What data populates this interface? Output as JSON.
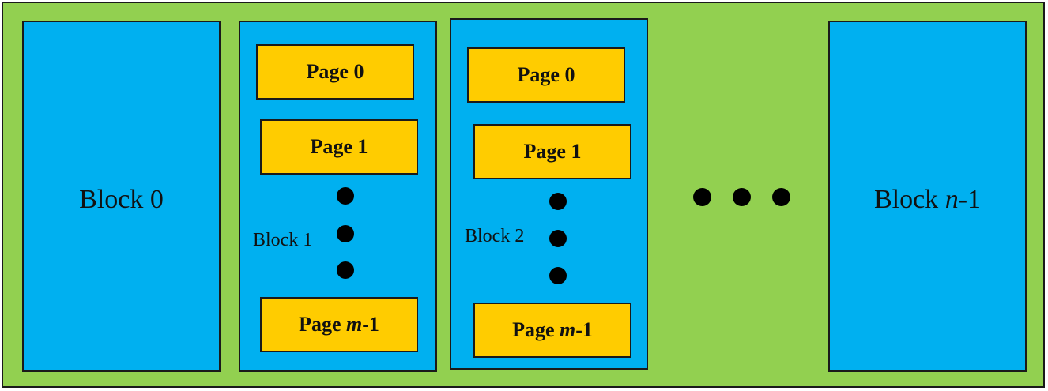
{
  "colors": {
    "background": "#92D050",
    "block_fill": "#00B0F0",
    "page_fill": "#FFCC00",
    "outline": "#1a1a1a"
  },
  "blocks": {
    "block0": {
      "label": "Block 0"
    },
    "block1": {
      "label": "Block 1",
      "pages": {
        "p0": "Page 0",
        "p1": "Page 1",
        "plast_prefix": "Page ",
        "plast_var": "m",
        "plast_suffix": "-1"
      }
    },
    "block2": {
      "label": "Block 2",
      "pages": {
        "p0": "Page 0",
        "p1": "Page 1",
        "plast_prefix": "Page ",
        "plast_var": "m",
        "plast_suffix": "-1"
      }
    },
    "blockLast": {
      "prefix": "Block ",
      "var": "n",
      "suffix": "-1"
    }
  }
}
